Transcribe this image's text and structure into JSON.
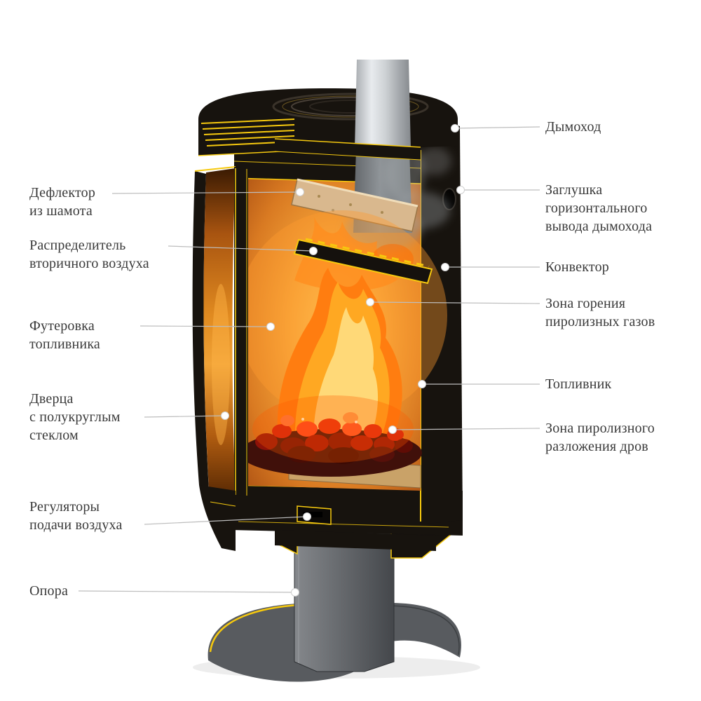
{
  "diagram": {
    "subject": "Схема пиролизной дровяной печи в разрезе",
    "labels": {
      "left": [
        {
          "id": "deflector",
          "text": "Дефлектор\nиз шамота"
        },
        {
          "id": "air-distributor",
          "text": "Распределитель\nвторичного воздуха"
        },
        {
          "id": "lining",
          "text": "Футеровка\nтопливника"
        },
        {
          "id": "door",
          "text": "Дверца\nс полукруглым\nстеклом"
        },
        {
          "id": "air-regulators",
          "text": "Регуляторы\nподачи воздуха"
        },
        {
          "id": "support",
          "text": "Опора"
        }
      ],
      "right": [
        {
          "id": "chimney",
          "text": "Дымоход"
        },
        {
          "id": "chimney-plug",
          "text": "Заглушка\nгоризонтального\nвывода дымохода"
        },
        {
          "id": "convector",
          "text": "Конвектор"
        },
        {
          "id": "gas-burning-zone",
          "text": "Зона горения\nпиролизных газов"
        },
        {
          "id": "firebox",
          "text": "Топливник"
        },
        {
          "id": "pyrolysis-zone",
          "text": "Зона пиролизного\nразложения дров"
        }
      ]
    },
    "colors": {
      "outline_yellow": "#f6c90e",
      "body_black": "#17130e",
      "glass_amber": "#e08a20",
      "fire_orange": "#ff7d10",
      "label_text": "#3a3a3a",
      "leader_line": "#bdbdbd"
    }
  }
}
